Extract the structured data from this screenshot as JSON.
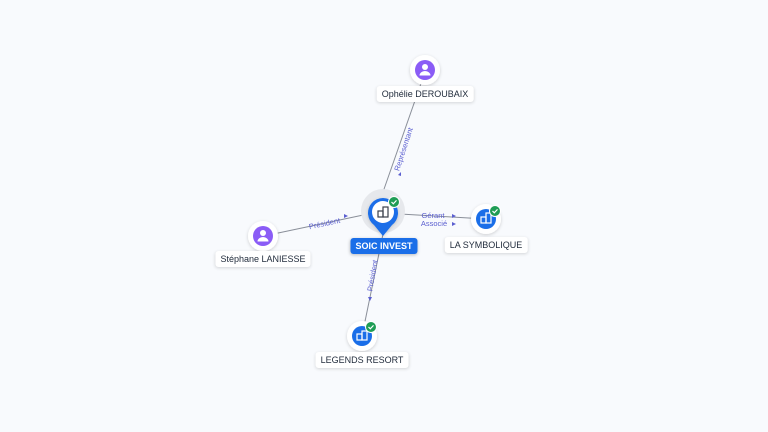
{
  "nodes": {
    "center": {
      "label": "SOIC INVEST",
      "icon": "building-icon",
      "verified": true
    },
    "top": {
      "label": "Ophélie DEROUBAIX",
      "icon": "person-icon"
    },
    "left": {
      "label": "Stéphane LANIESSE",
      "icon": "person-icon"
    },
    "right": {
      "label": "LA SYMBOLIQUE",
      "icon": "building-icon",
      "verified": true
    },
    "bottom": {
      "label": "LEGENDS RESORT",
      "icon": "building-icon",
      "verified": true
    }
  },
  "edges": {
    "top": "Représentant",
    "left": "Président",
    "bottom": "Président",
    "right_1": "Gérant",
    "right_2": "Associé"
  },
  "colors": {
    "company_blue": "#1a6ee8",
    "person_purple": "#8b5cf6",
    "check_green": "#1f9d55",
    "edge_text": "#5b5fd0"
  }
}
